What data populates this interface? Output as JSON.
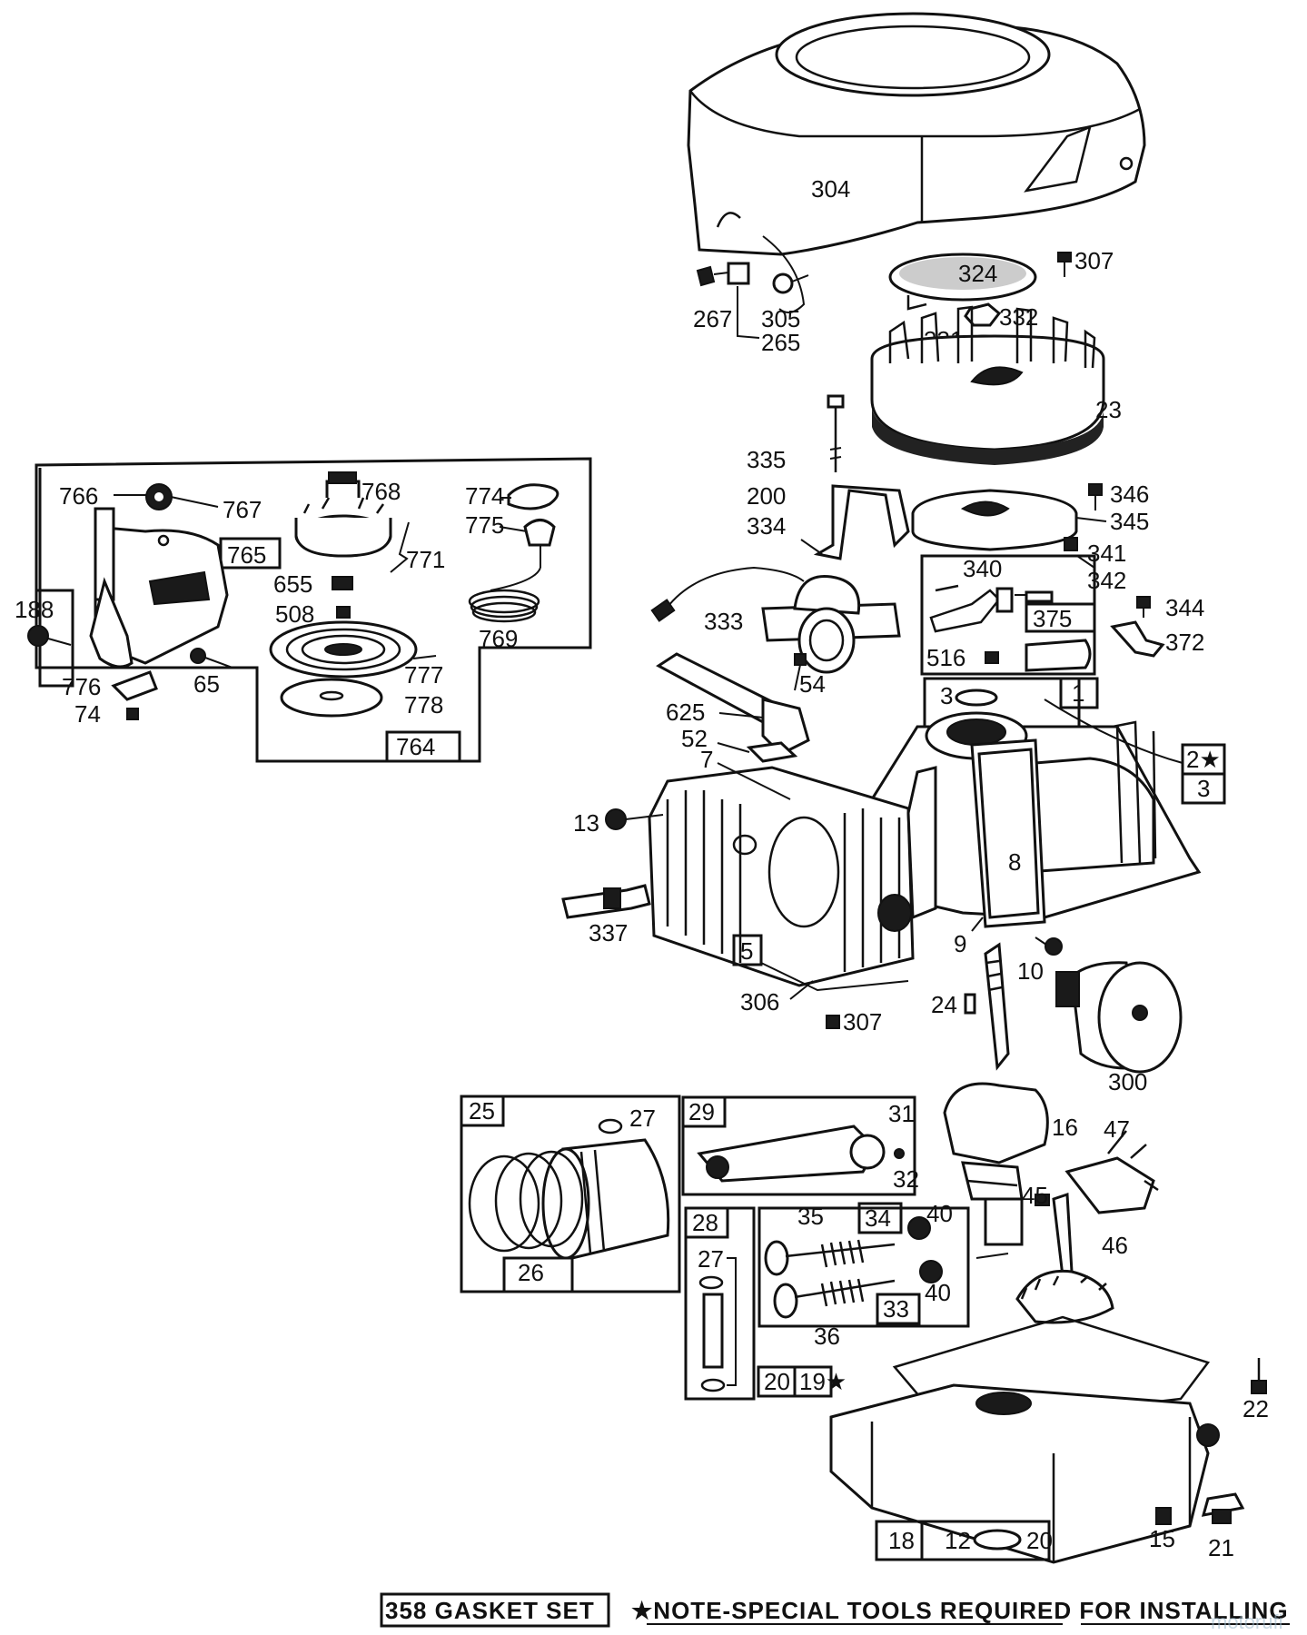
{
  "labels": {
    "l304": "304",
    "l307a": "307",
    "l324": "324",
    "l332": "332",
    "l331": "331",
    "l267": "267",
    "l305": "305",
    "l265": "265",
    "l23": "23",
    "l335": "335",
    "l200": "200",
    "l334": "334",
    "l346": "346",
    "l345": "345",
    "l341": "341",
    "l340": "340",
    "l342": "342",
    "l375": "375",
    "l344": "344",
    "l372": "372",
    "l516": "516",
    "l333": "333",
    "l54": "54",
    "l766": "766",
    "l767": "767",
    "l765": "765",
    "l768": "768",
    "l771": "771",
    "l774": "774",
    "l775": "775",
    "l655": "655",
    "l508": "508",
    "l769": "769",
    "l188": "188",
    "l776": "776",
    "l74": "74",
    "l65": "65",
    "l777": "777",
    "l778": "778",
    "l764": "764",
    "l3a": "3",
    "l1": "1",
    "l625": "625",
    "l52": "52",
    "l7": "7",
    "l2": "2★",
    "l3b": "3",
    "l13": "13",
    "l8": "8",
    "l337": "337",
    "l5": "5",
    "l9": "9",
    "l10": "10",
    "l306": "306",
    "l307b": "307",
    "l24": "24",
    "l300": "300",
    "l25": "25",
    "l27a": "27",
    "l26": "26",
    "l29": "29",
    "l31": "31",
    "l32": "32",
    "l16": "16",
    "l47": "47",
    "l28": "28",
    "l27b": "27",
    "l35": "35",
    "l34": "34",
    "l40a": "40",
    "l45": "45",
    "l46": "46",
    "l33": "33",
    "l40b": "40",
    "l36": "36",
    "l20a": "20",
    "l19": "19★",
    "l22": "22",
    "l18": "18",
    "l12": "12",
    "l20b": "20",
    "l15": "15",
    "l21": "21"
  },
  "footer": {
    "gasket_set": "358 GASKET SET",
    "note": "★NOTE-SPECIAL TOOLS REQUIRED  FOR INSTALLING"
  },
  "watermark": "motorufi"
}
